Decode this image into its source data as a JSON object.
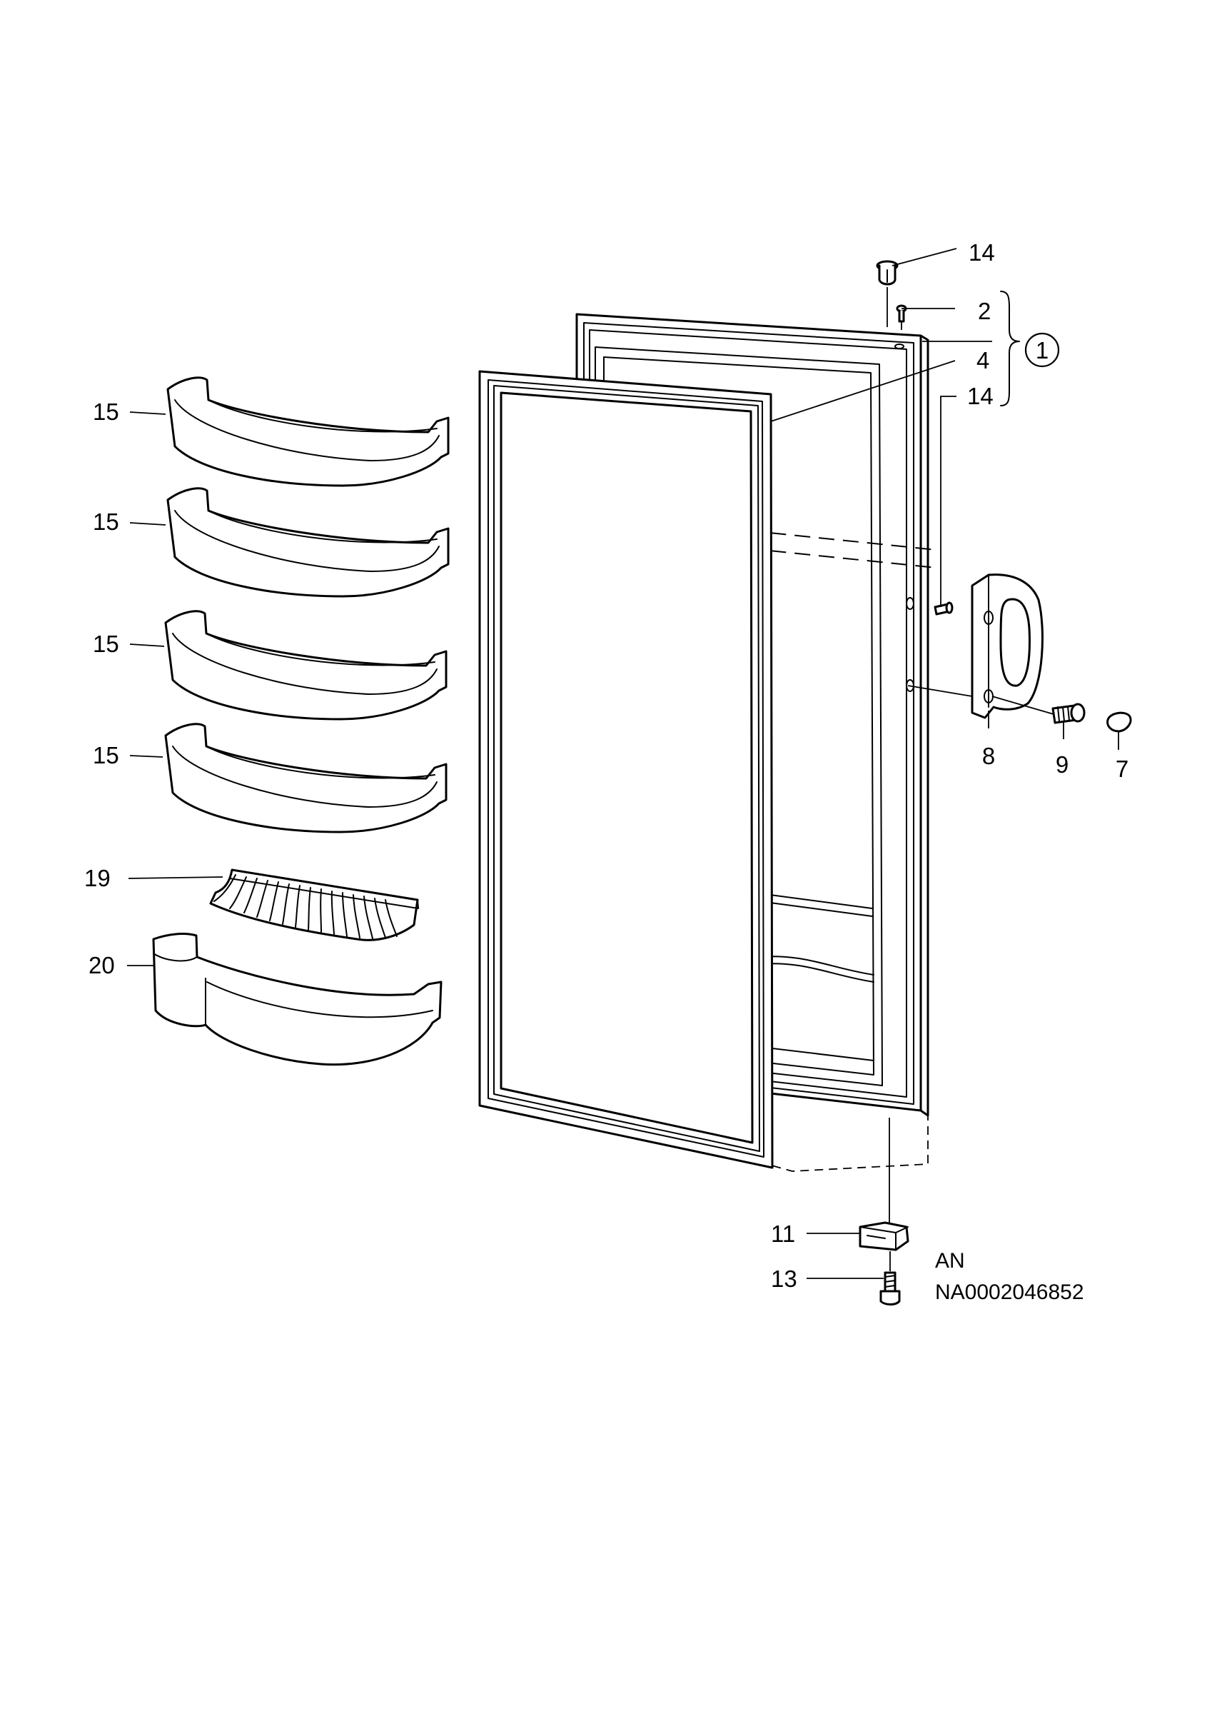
{
  "labels": {
    "p14_top": "14",
    "p2": "2",
    "p1": "1",
    "p4": "4",
    "p14_mid": "14",
    "p15_a": "15",
    "p15_b": "15",
    "p15_c": "15",
    "p15_d": "15",
    "p19": "19",
    "p20": "20",
    "p8": "8",
    "p9": "9",
    "p7": "7",
    "p11": "11",
    "p13": "13"
  },
  "codes": {
    "variant": "AN",
    "drawing_number": "NA0002046852"
  },
  "colors": {
    "line": "#000000",
    "background": "#ffffff"
  }
}
